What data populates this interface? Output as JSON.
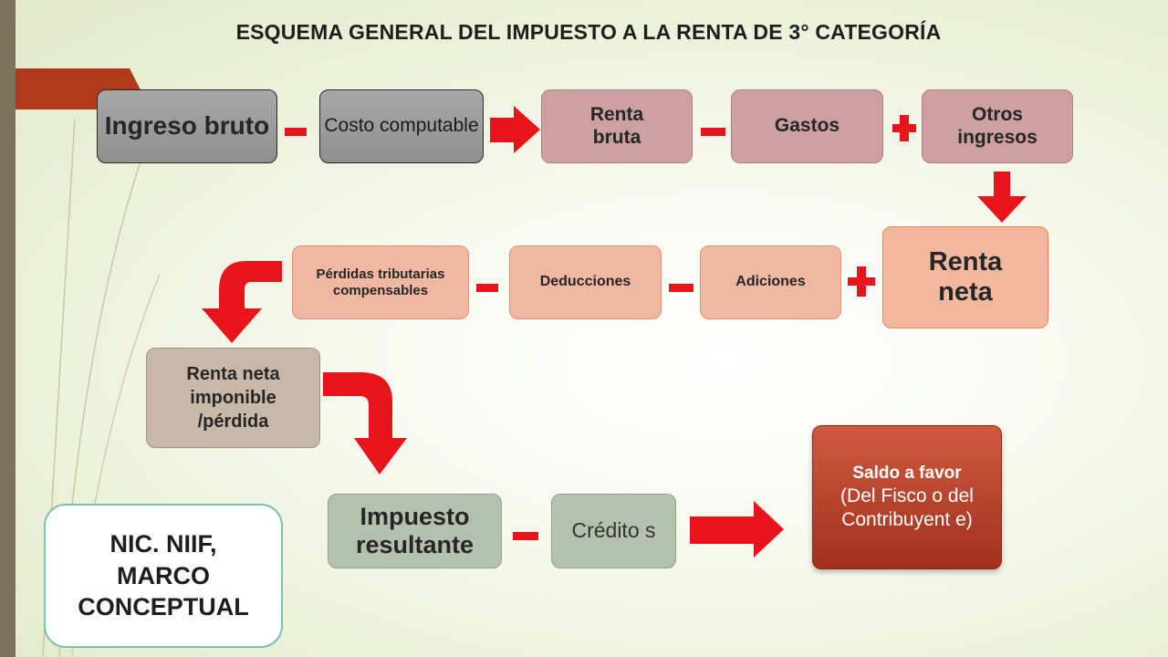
{
  "title": "ESQUEMA GENERAL DEL IMPUESTO A LA RENTA DE 3° CATEGORÍA",
  "colors": {
    "arrow_red": "#e8141c",
    "operator_red": "#e8141c",
    "sidebar": "#78735a",
    "accent": "#b0391c"
  },
  "boxes": {
    "ingreso_bruto": "Ingreso bruto",
    "costo_computable": "Costo computable",
    "renta_bruta": "Renta bruta",
    "gastos": "Gastos",
    "otros_ingresos": "Otros ingresos",
    "renta_neta": "Renta neta",
    "adiciones": "Adiciones",
    "deducciones": "Deducciones",
    "perdidas": "Pérdidas tributarias compensables",
    "renta_neta_imponible": "Renta neta imponible /pérdida",
    "impuesto_resultante": "Impuesto resultante",
    "creditos": "Crédito s",
    "saldo_bold": "Saldo a favor",
    "saldo_rest": "(Del Fisco o del Contribuyent e)",
    "nic": "NIC. NIIF, MARCO CONCEPTUAL"
  },
  "operators": [
    "minus",
    "minus",
    "plus",
    "plus",
    "minus",
    "minus",
    "minus"
  ],
  "icons": [
    "minus-icon",
    "plus-icon",
    "arrow-right-icon",
    "arrow-down-icon",
    "curved-arrow-icon"
  ]
}
